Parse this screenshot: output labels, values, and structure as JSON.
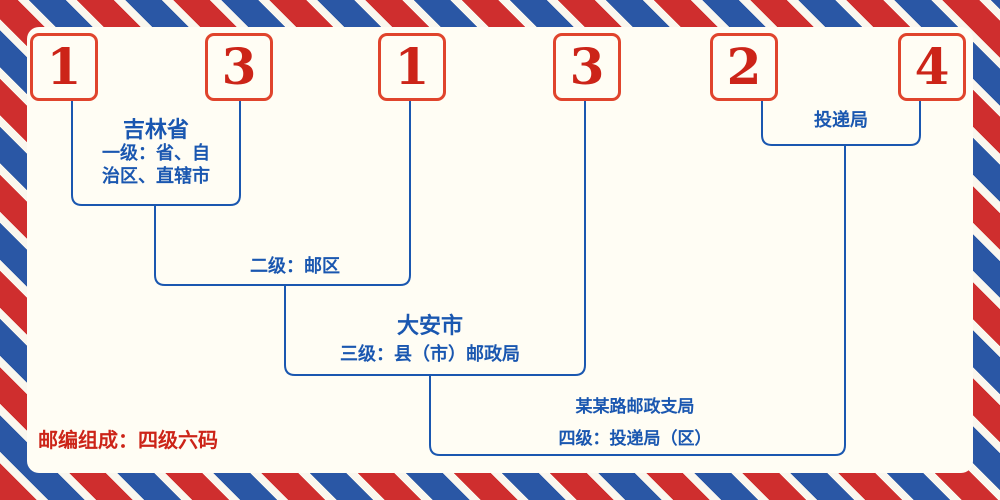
{
  "postal_code": {
    "digits": [
      "1",
      "3",
      "1",
      "3",
      "2",
      "4"
    ]
  },
  "labels": {
    "level1_place": "吉林省",
    "level1_desc_line1": "一级：省、自",
    "level1_desc_line2": "治区、直辖市",
    "level2_desc": "二级：邮区",
    "level3_place": "大安市",
    "level3_desc": "三级：县（市）邮政局",
    "level4_place": "投递局",
    "level4_branch": "某某路邮政支局",
    "level4_desc": "四级：投递局（区）",
    "footer_note": "邮编组成：四级六码"
  },
  "colors": {
    "digit_red": "#cc2418",
    "box_border_red": "#e0442c",
    "line_blue": "#1a57b0",
    "stripe_red": "#cf2e2e",
    "stripe_blue": "#2a57a5",
    "background": "#fffdf4"
  }
}
